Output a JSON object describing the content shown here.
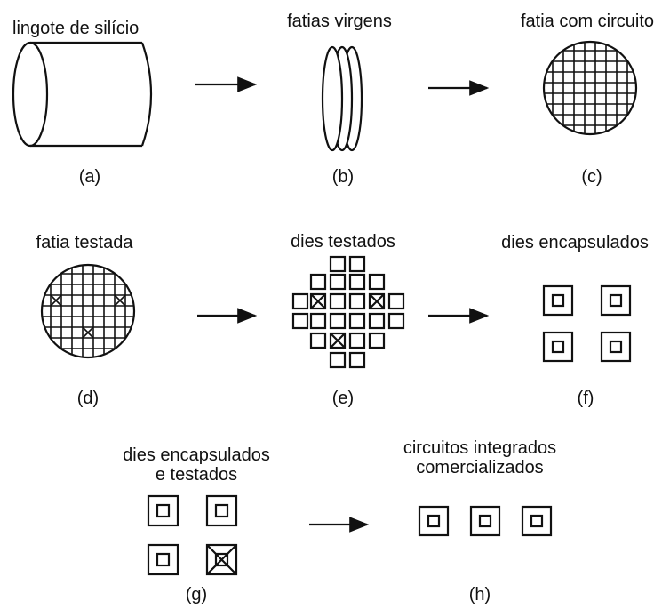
{
  "stages": {
    "a": {
      "title": "lingote de silício",
      "caption": "(a)"
    },
    "b": {
      "title": "fatias virgens",
      "caption": "(b)"
    },
    "c": {
      "title": "fatia com circuito",
      "caption": "(c)"
    },
    "d": {
      "title": "fatia testada",
      "caption": "(d)"
    },
    "e": {
      "title": "dies testados",
      "caption": "(e)"
    },
    "f": {
      "title": "dies encapsulados",
      "caption": "(f)"
    },
    "g": {
      "title_line1": "dies encapsulados",
      "title_line2": "e testados",
      "caption": "(g)"
    },
    "h": {
      "title_line1": "circuitos integrados",
      "title_line2": "comercializados",
      "caption": "(h)"
    }
  }
}
